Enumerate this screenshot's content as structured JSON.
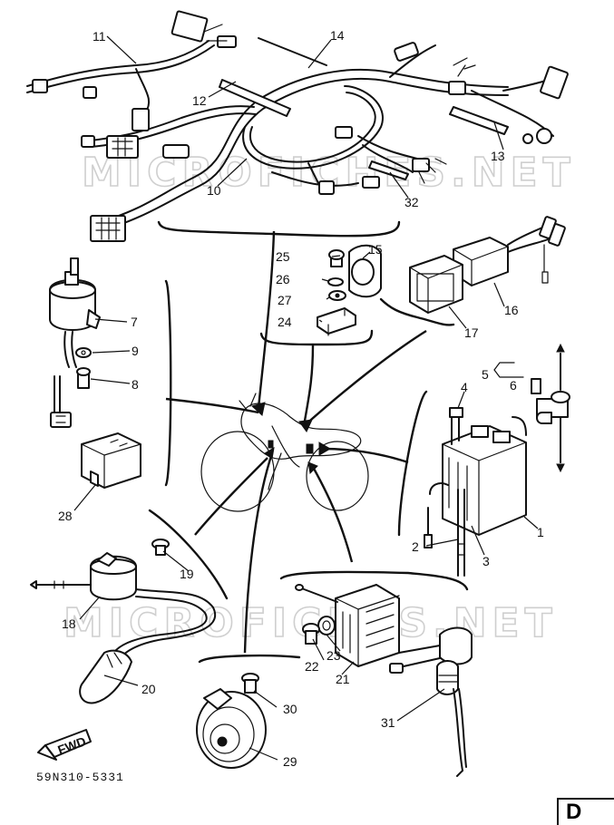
{
  "diagram": {
    "watermark": "MICROFICHES.NET",
    "footer_code": "59N310-5331",
    "page_mark": "D",
    "fwd_label": "FWD",
    "callouts": {
      "c1": "1",
      "c2": "2",
      "c3": "3",
      "c4": "4",
      "c5": "5",
      "c6": "6",
      "c7": "7",
      "c8": "8",
      "c9": "9",
      "c10": "10",
      "c11": "11",
      "c12": "12",
      "c13": "13",
      "c14": "14",
      "c15": "15",
      "c16": "16",
      "c17": "17",
      "c18": "18",
      "c19": "19",
      "c20": "20",
      "c21": "21",
      "c22": "22",
      "c23": "23",
      "c24": "24",
      "c25": "25",
      "c26": "26",
      "c27": "27",
      "c28": "28",
      "c29": "29",
      "c30": "30",
      "c31": "31",
      "c32": "32"
    }
  }
}
